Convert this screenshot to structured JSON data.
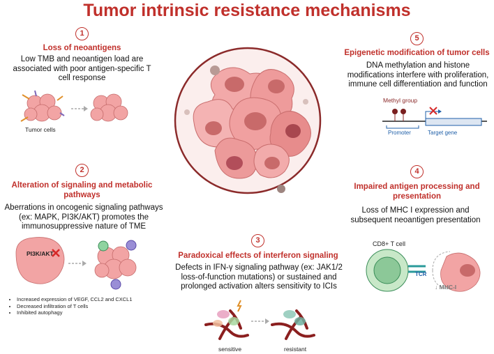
{
  "title": "Tumor intrinsic resistance mechanisms",
  "sections": [
    {
      "number": "1",
      "heading": "Loss of neoantigens",
      "body": "Low TMB and neoantigen load are associated with poor antigen-specific T cell response",
      "labels": [
        "Tumor cells"
      ]
    },
    {
      "number": "2",
      "heading": "Alteration of signaling and metabolic pathways",
      "body": "Aberrations in oncogenic signaling pathways (ex: MAPK, PI3K/AKT) promotes the immunosuppressive nature of TME",
      "labels": [
        "PI3K/AKT"
      ],
      "bullets": [
        "Increased expression of VEGF, CCL2 and CXCL1",
        "Decreased infiltration of T cells",
        "Inhibited autophagy"
      ]
    },
    {
      "number": "3",
      "heading": "Paradoxical effects of interferon signaling",
      "body": "Defects in IFN-γ signaling pathway (ex: JAK1/2 loss-of-function mutations) or sustained and prolonged activation alters sensitivity to ICIs",
      "labels": [
        "sensitive",
        "resistant"
      ]
    },
    {
      "number": "4",
      "heading": "Impaired antigen processing and presentation",
      "body": "Loss of MHC I expression and subsequent neoantigen presentation",
      "labels": [
        "CD8+ T cell",
        "TCR",
        "↓ MHC-I"
      ]
    },
    {
      "number": "5",
      "heading": "Epigenetic modification of tumor cells",
      "body": "DNA methylation and histone modifications interfere with proliferation, immune cell differentiation and function",
      "labels": [
        "Methyl group",
        "Promoter",
        "Target gene"
      ]
    }
  ]
}
